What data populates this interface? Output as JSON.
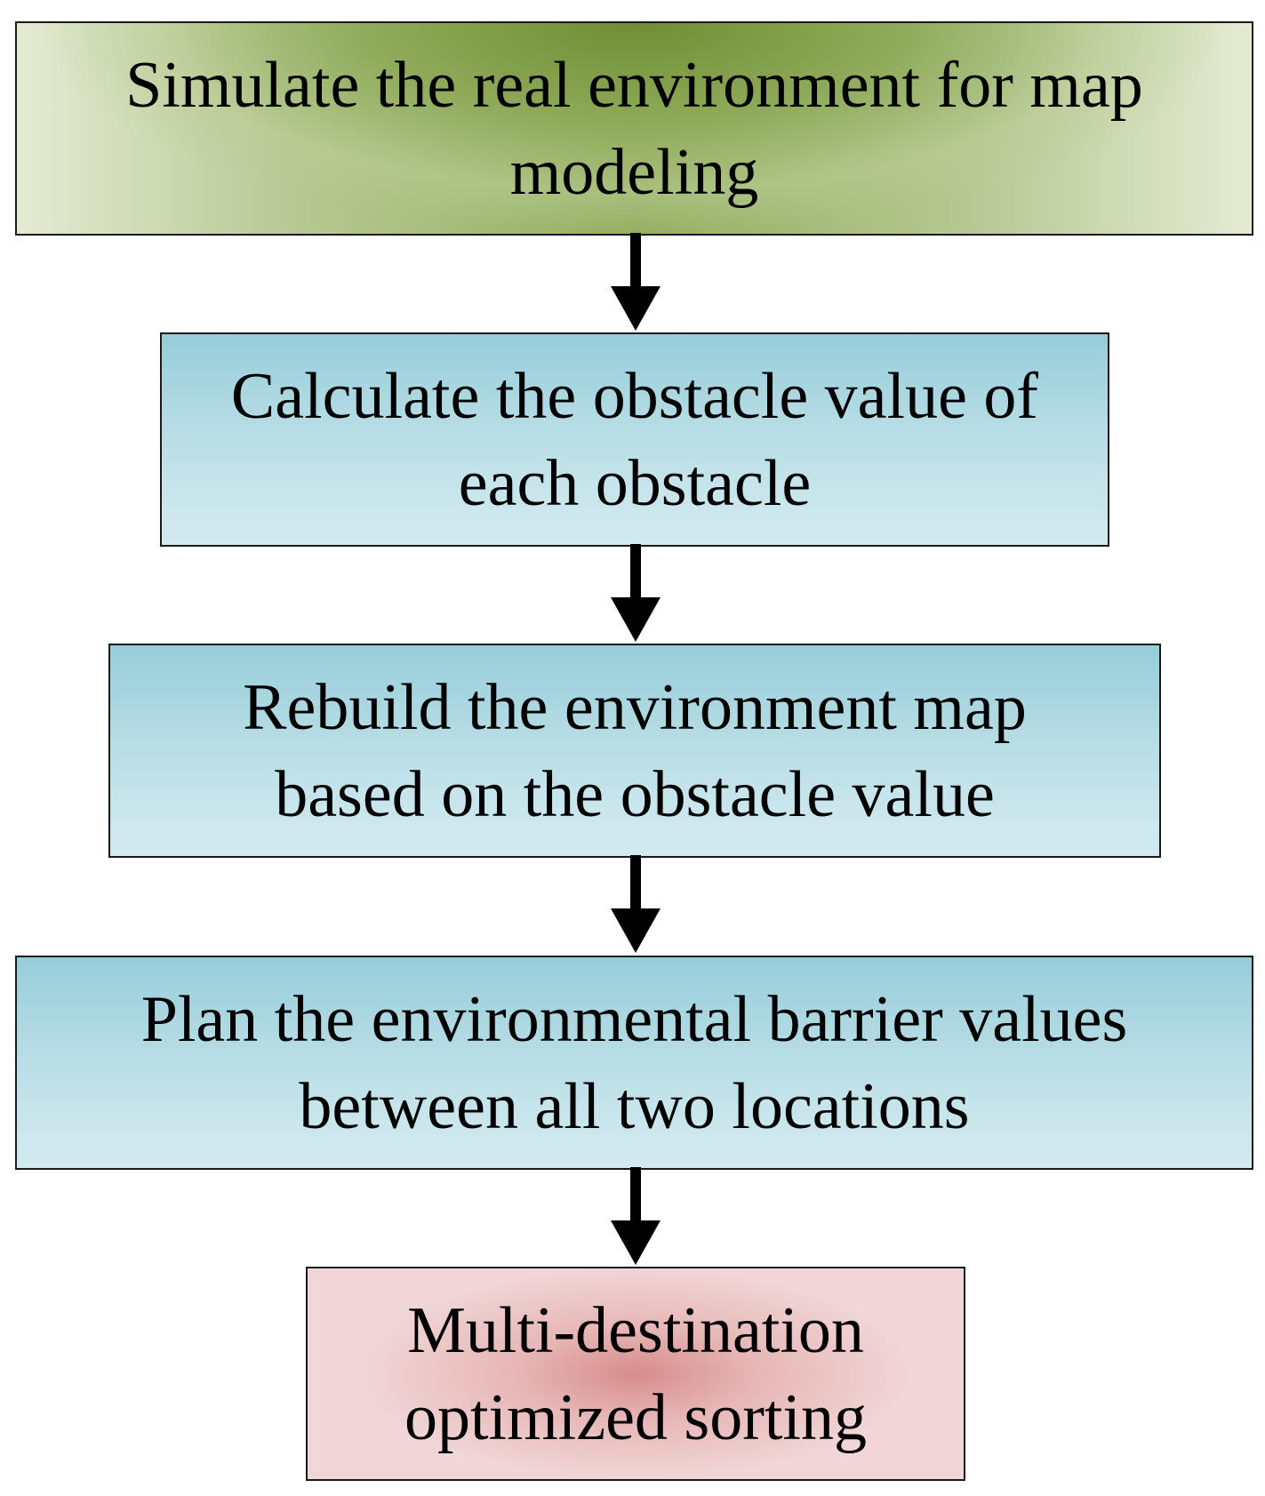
{
  "flowchart": {
    "steps": [
      {
        "text": "Simulate the real environment for map modeling"
      },
      {
        "text": "Calculate the obstacle value of each obstacle"
      },
      {
        "text": "Rebuild the environment map based on the obstacle value"
      },
      {
        "text": "Plan the environmental barrier values between all two locations"
      },
      {
        "text": "Multi-destination optimized sorting"
      }
    ]
  },
  "colors": {
    "step1_fill": "#94ae5f",
    "steps2to4_fill": "#b3dbe4",
    "step5_fill": "#e4aaaa",
    "border": "#1a1a1a",
    "arrow": "#000000"
  }
}
